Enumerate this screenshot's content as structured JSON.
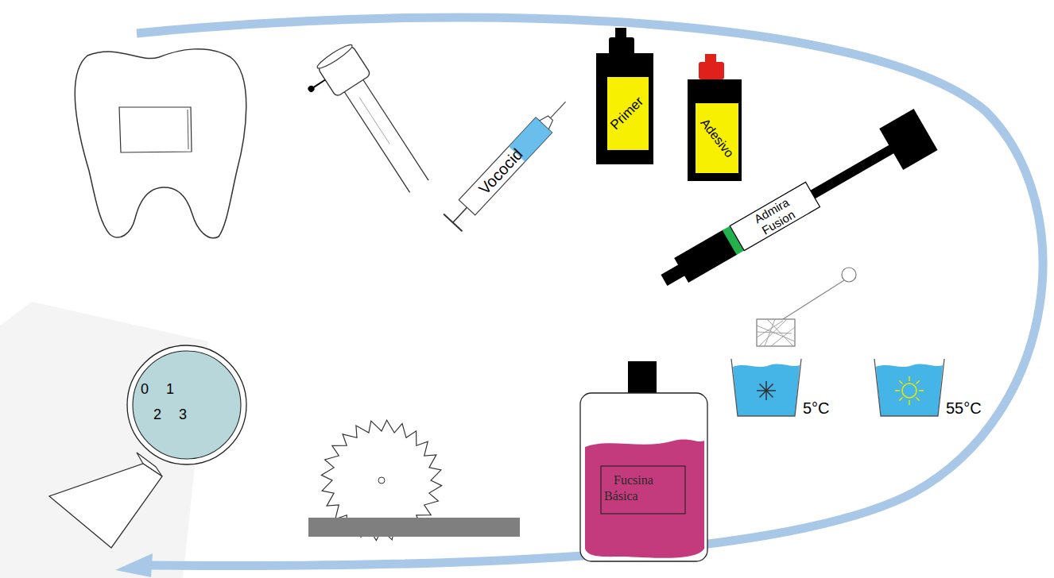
{
  "diagram": {
    "nodes": [
      {
        "text": [
          "Vococid"
        ]
      },
      {
        "text": [
          "Primer"
        ]
      },
      {
        "text": [
          "Adesivo"
        ]
      },
      {
        "text": [
          "Admira Fusion"
        ]
      },
      {
        "text": [
          "5°C"
        ]
      },
      {
        "text": [
          "55°C"
        ]
      },
      {
        "text": [
          "Fucsina Básica"
        ]
      },
      {
        "text": [
          "0",
          "1",
          "2",
          "3"
        ]
      }
    ]
  }
}
